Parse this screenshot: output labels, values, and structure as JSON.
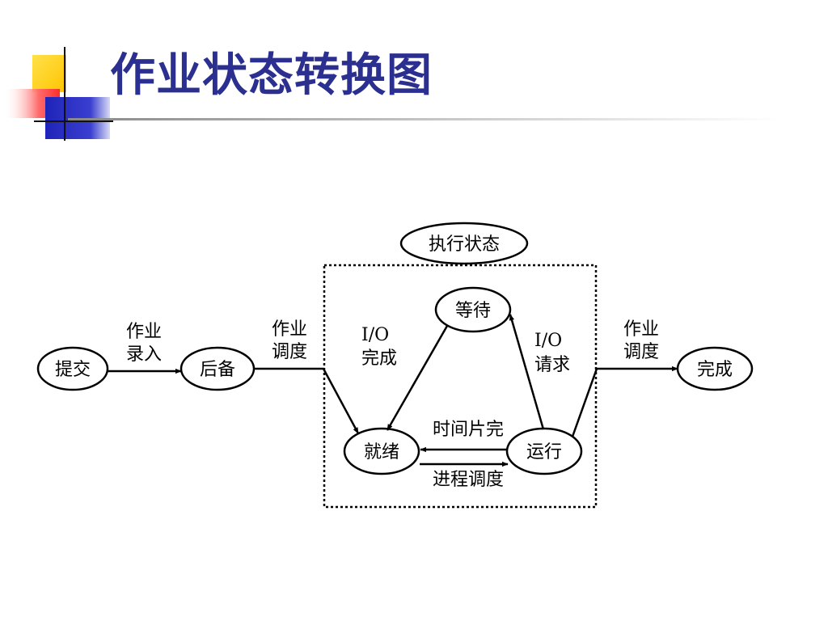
{
  "title": "作业状态转换图",
  "colors": {
    "title": "#2b2f8f",
    "deco_yellow": "#ffd400",
    "deco_blue": "#2a2fc0",
    "deco_red": "#ff3b3b",
    "line": "#000000"
  },
  "nodes": {
    "submit": "提交",
    "backup": "后备",
    "done": "完成",
    "exec_state": "执行状态",
    "wait": "等待",
    "ready": "就绪",
    "run": "运行"
  },
  "labels": {
    "entry_1": "作业",
    "entry_2": "录入",
    "sched_in_1": "作业",
    "sched_in_2": "调度",
    "sched_out_1": "作业",
    "sched_out_2": "调度",
    "io_done_1": "I/O",
    "io_done_2": "完成",
    "io_req_1": "I/O",
    "io_req_2": "请求",
    "time_slice": "时间片完",
    "proc_sched": "进程调度"
  }
}
